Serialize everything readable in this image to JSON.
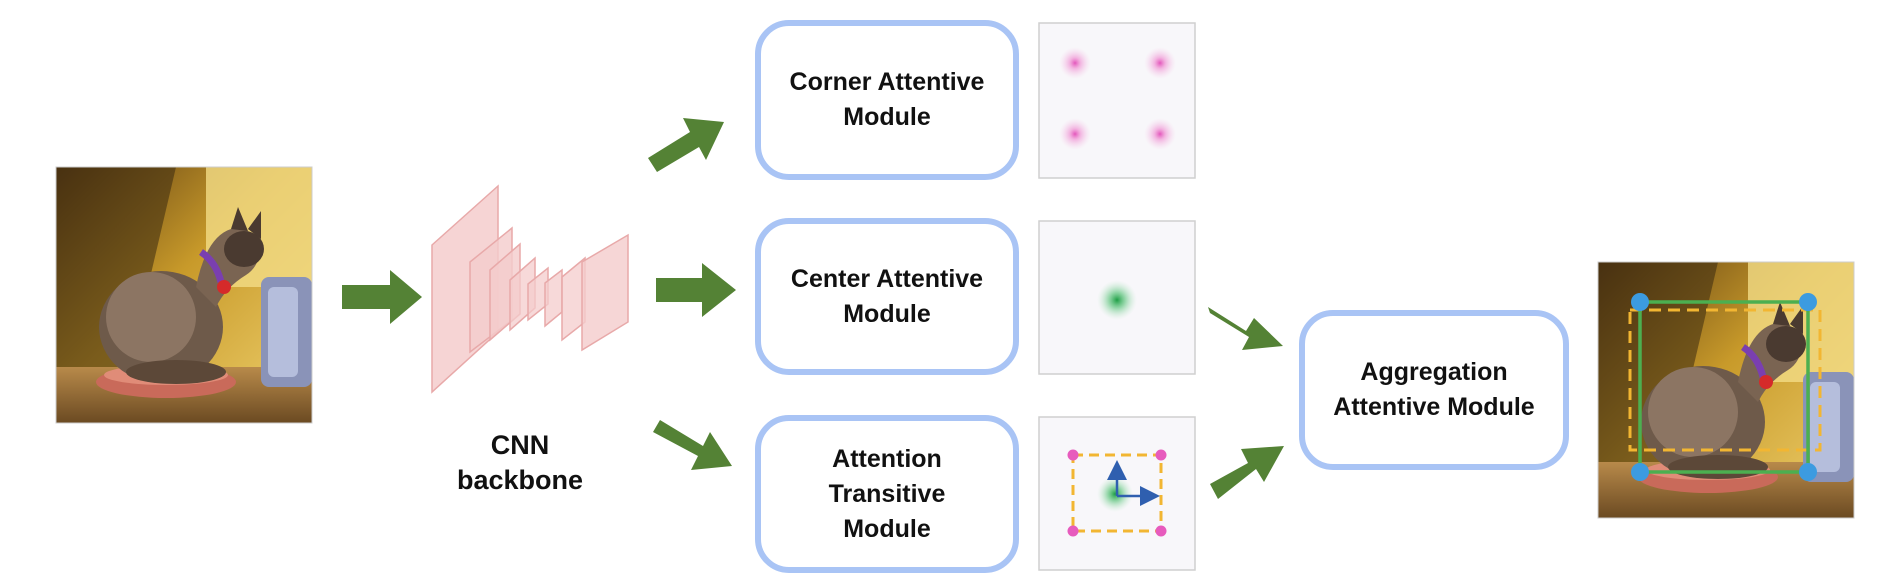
{
  "cnn": {
    "line1": "CNN",
    "line2": "backbone"
  },
  "modules": {
    "corner": {
      "line1": "Corner Attentive",
      "line2": "Module"
    },
    "center": {
      "line1": "Center Attentive",
      "line2": "Module"
    },
    "transitive": {
      "line1": "Attention",
      "line2": "Transitive",
      "line3": "Module"
    },
    "aggregation": {
      "line1": "Aggregation",
      "line2": "Attentive Module"
    }
  },
  "colors": {
    "arrow": "#548235",
    "box_border": "#a9c4f5",
    "corner_heat": "#e75bbd",
    "center_heat": "#2fae55",
    "dashed_box": "#f2b632",
    "offset_arrow": "#2f5faf",
    "bbox_green": "#4caf50",
    "keypoint_blue": "#3c9be0",
    "cnn_layer": "#f2c6c6"
  },
  "icons": [
    "input-cat-image",
    "output-cat-image",
    "cnn-layers-icon",
    "corner-heatmap",
    "center-heatmap",
    "transitive-heatmap"
  ]
}
